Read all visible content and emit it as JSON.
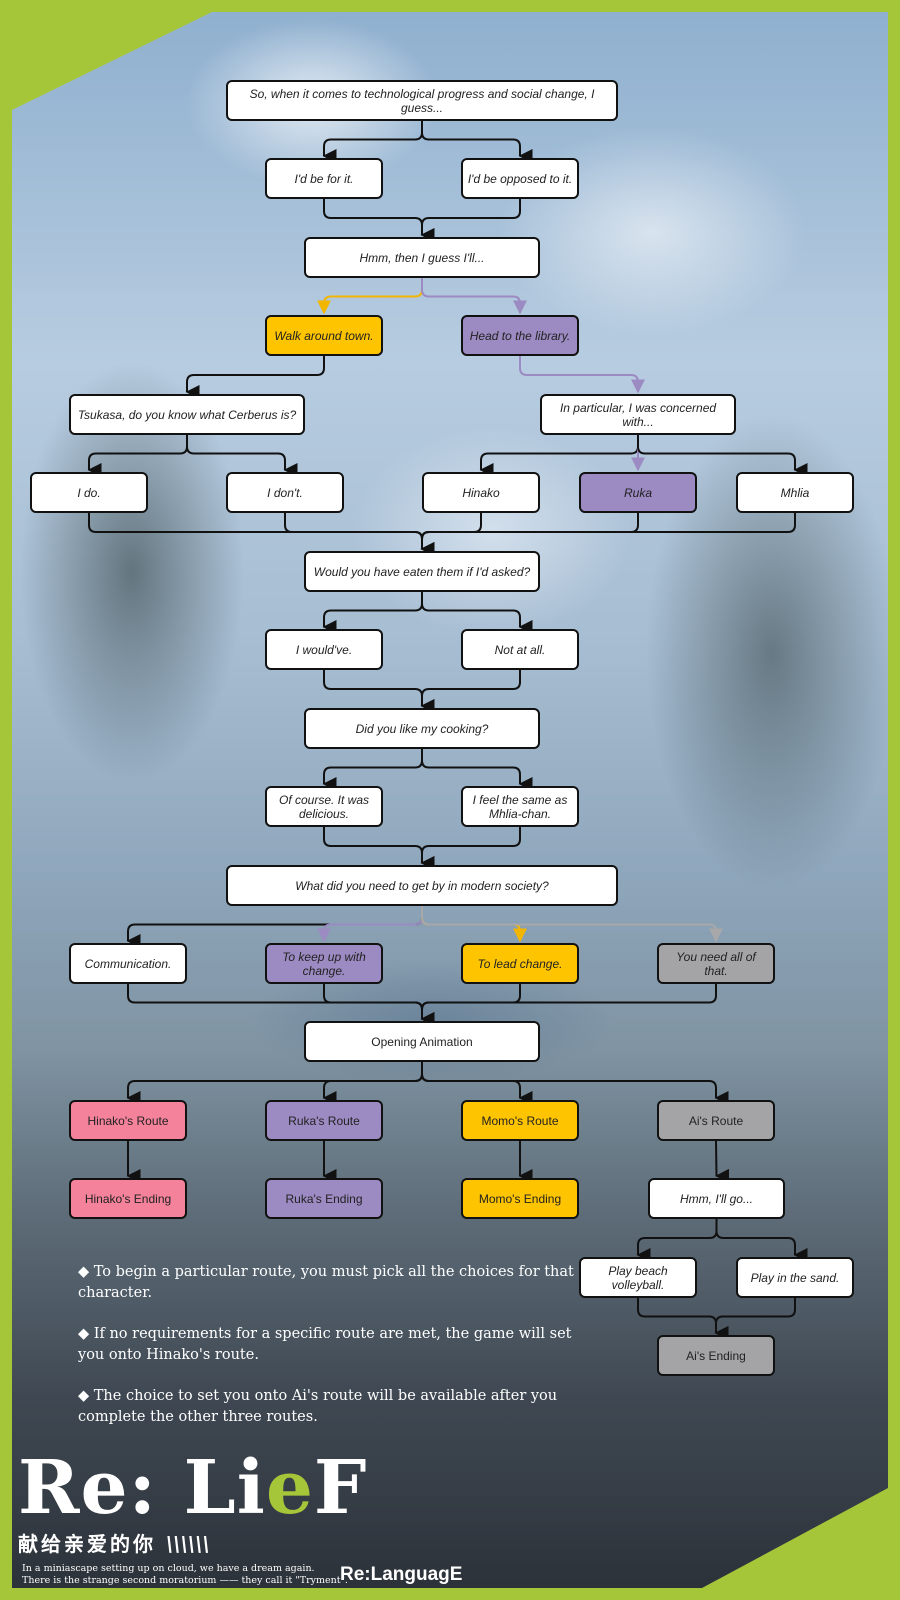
{
  "nodes": [
    {
      "id": "q1",
      "text": "So, when it comes to technological progress and social change, I guess...",
      "color": "white"
    },
    {
      "id": "a1",
      "text": "I'd be for it.",
      "color": "white"
    },
    {
      "id": "a2",
      "text": "I'd be opposed to it.",
      "color": "white"
    },
    {
      "id": "q2",
      "text": "Hmm, then I guess I'll...",
      "color": "white"
    },
    {
      "id": "walk",
      "text": "Walk around town.",
      "color": "yellow"
    },
    {
      "id": "lib",
      "text": "Head to the library.",
      "color": "purple"
    },
    {
      "id": "q3",
      "text": "Tsukasa, do you know what Cerberus is?",
      "color": "white"
    },
    {
      "id": "q4",
      "text": "In particular, I was concerned with...",
      "color": "white"
    },
    {
      "id": "ido",
      "text": "I do.",
      "color": "white"
    },
    {
      "id": "idont",
      "text": "I don't.",
      "color": "white"
    },
    {
      "id": "hinako",
      "text": "Hinako",
      "color": "white"
    },
    {
      "id": "ruka",
      "text": "Ruka",
      "color": "purple"
    },
    {
      "id": "mhlia",
      "text": "Mhlia",
      "color": "white"
    },
    {
      "id": "q5",
      "text": "Would you have eaten them if I'd asked?",
      "color": "white"
    },
    {
      "id": "would",
      "text": "I would've.",
      "color": "white"
    },
    {
      "id": "notall",
      "text": "Not at all.",
      "color": "white"
    },
    {
      "id": "q6",
      "text": "Did you like my cooking?",
      "color": "white"
    },
    {
      "id": "ofc",
      "text": "Of course. It was delicious.",
      "color": "white"
    },
    {
      "id": "same",
      "text": "I feel the same as Mhlia-chan.",
      "color": "white"
    },
    {
      "id": "q7",
      "text": "What did you need to get by in modern society?",
      "color": "white"
    },
    {
      "id": "comm",
      "text": "Communication.",
      "color": "white"
    },
    {
      "id": "keep",
      "text": "To keep up with change.",
      "color": "purple"
    },
    {
      "id": "lead",
      "text": "To lead change.",
      "color": "yellow"
    },
    {
      "id": "need",
      "text": "You need all of that.",
      "color": "grey"
    },
    {
      "id": "op",
      "text": "Opening Animation",
      "color": "white"
    },
    {
      "id": "hr",
      "text": "Hinako's Route",
      "color": "pink"
    },
    {
      "id": "rr",
      "text": "Ruka's Route",
      "color": "purple"
    },
    {
      "id": "mr",
      "text": "Momo's Route",
      "color": "yellow"
    },
    {
      "id": "ar",
      "text": "Ai's Route",
      "color": "grey"
    },
    {
      "id": "he",
      "text": "Hinako's Ending",
      "color": "pink"
    },
    {
      "id": "re",
      "text": "Ruka's Ending",
      "color": "purple"
    },
    {
      "id": "me",
      "text": "Momo's Ending",
      "color": "yellow"
    },
    {
      "id": "q8",
      "text": "Hmm, I'll go...",
      "color": "white"
    },
    {
      "id": "vb",
      "text": "Play beach volleyball.",
      "color": "white"
    },
    {
      "id": "sand",
      "text": "Play in the sand.",
      "color": "white"
    },
    {
      "id": "ae",
      "text": "Ai's Ending",
      "color": "grey"
    }
  ],
  "edges": [
    {
      "from": "q1",
      "to": "a1",
      "color": "black"
    },
    {
      "from": "q1",
      "to": "a2",
      "color": "black"
    },
    {
      "from": "a1",
      "to": "q2",
      "color": "black"
    },
    {
      "from": "a2",
      "to": "q2",
      "color": "black"
    },
    {
      "from": "q2",
      "to": "walk",
      "color": "yellow"
    },
    {
      "from": "q2",
      "to": "lib",
      "color": "purple"
    },
    {
      "from": "walk",
      "to": "q3",
      "color": "black"
    },
    {
      "from": "lib",
      "to": "q4",
      "color": "purple"
    },
    {
      "from": "q3",
      "to": "ido",
      "color": "black"
    },
    {
      "from": "q3",
      "to": "idont",
      "color": "black"
    },
    {
      "from": "q4",
      "to": "hinako",
      "color": "black"
    },
    {
      "from": "q4",
      "to": "ruka",
      "color": "purple"
    },
    {
      "from": "q4",
      "to": "mhlia",
      "color": "black"
    },
    {
      "from": "ido",
      "to": "q5",
      "color": "black"
    },
    {
      "from": "idont",
      "to": "q5",
      "color": "black"
    },
    {
      "from": "hinako",
      "to": "q5",
      "color": "black"
    },
    {
      "from": "ruka",
      "to": "q5",
      "color": "black"
    },
    {
      "from": "mhlia",
      "to": "q5",
      "color": "black"
    },
    {
      "from": "q5",
      "to": "would",
      "color": "black"
    },
    {
      "from": "q5",
      "to": "notall",
      "color": "black"
    },
    {
      "from": "would",
      "to": "q6",
      "color": "black"
    },
    {
      "from": "notall",
      "to": "q6",
      "color": "black"
    },
    {
      "from": "q6",
      "to": "ofc",
      "color": "black"
    },
    {
      "from": "q6",
      "to": "same",
      "color": "black"
    },
    {
      "from": "ofc",
      "to": "q7",
      "color": "black"
    },
    {
      "from": "same",
      "to": "q7",
      "color": "black"
    },
    {
      "from": "q7",
      "to": "comm",
      "color": "black"
    },
    {
      "from": "q7",
      "to": "keep",
      "color": "purple"
    },
    {
      "from": "q7",
      "to": "lead",
      "color": "yellow"
    },
    {
      "from": "q7",
      "to": "need",
      "color": "grey"
    },
    {
      "from": "comm",
      "to": "op",
      "color": "black"
    },
    {
      "from": "keep",
      "to": "op",
      "color": "black"
    },
    {
      "from": "lead",
      "to": "op",
      "color": "black"
    },
    {
      "from": "need",
      "to": "op",
      "color": "black"
    },
    {
      "from": "op",
      "to": "hr",
      "color": "black"
    },
    {
      "from": "op",
      "to": "rr",
      "color": "black"
    },
    {
      "from": "op",
      "to": "mr",
      "color": "black"
    },
    {
      "from": "op",
      "to": "ar",
      "color": "black"
    },
    {
      "from": "hr",
      "to": "he",
      "color": "black"
    },
    {
      "from": "rr",
      "to": "re",
      "color": "black"
    },
    {
      "from": "mr",
      "to": "me",
      "color": "black"
    },
    {
      "from": "ar",
      "to": "q8",
      "color": "black"
    },
    {
      "from": "q8",
      "to": "vb",
      "color": "black"
    },
    {
      "from": "q8",
      "to": "sand",
      "color": "black"
    },
    {
      "from": "vb",
      "to": "ae",
      "color": "black"
    },
    {
      "from": "sand",
      "to": "ae",
      "color": "black"
    }
  ],
  "colors": {
    "white": "#ffffff",
    "yellow": "#ffc400",
    "purple": "#9c8ac2",
    "pink": "#f4829b",
    "grey": "#a4a4a6",
    "line_black": "#111111",
    "line_yellow": "#f2b600",
    "line_purple": "#9c8ac2",
    "line_grey": "#a8a8aa",
    "frame": "#a6c63a"
  },
  "notes": [
    "◆ To begin a particular route, you must pick all the choices for that character.",
    "◆ If no requirements for a specific route are met, the game will set you onto Hinako's route.",
    "◆ The choice to set you onto Ai's route will be available after you complete the other three routes."
  ],
  "logo": {
    "title_part1": "Re: Li",
    "title_part2": "e",
    "title_part3": "F",
    "subtitle": "献给亲爱的你",
    "slashes": "\\\\\\\\\\\\",
    "tagline1": "In a miniascape setting up on cloud, we have a dream again.",
    "tagline2": "There is the strange second moratorium —— they call it \"Tryment\".",
    "brand": "Re:LanguagE"
  }
}
